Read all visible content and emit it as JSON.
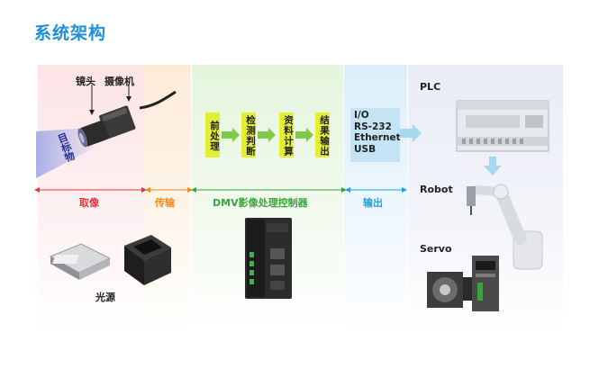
{
  "title": "系统架构",
  "labels": {
    "lens": "镜头",
    "camera": "摄像机",
    "target": "目标物",
    "light": "光源"
  },
  "sections": {
    "acquire": "取像",
    "transfer": "传输",
    "controller": "DMV影像处理控制器",
    "output": "输出"
  },
  "steps": [
    "前处理",
    "检测判断",
    "资料计算",
    "结果输出"
  ],
  "io": [
    "I/O",
    "RS-232",
    "Ethernet",
    "USB"
  ],
  "devices": {
    "plc": "PLC",
    "robot": "Robot",
    "servo": "Servo"
  },
  "colors": {
    "title": "#1d8fd6",
    "acquire": "#e8323c",
    "transfer": "#f08a1c",
    "controller": "#3aa63a",
    "output": "#1fa0d8",
    "step_box": "#e4ee34",
    "io_box": "#c4e4f6",
    "target": "#2a2f9c"
  }
}
